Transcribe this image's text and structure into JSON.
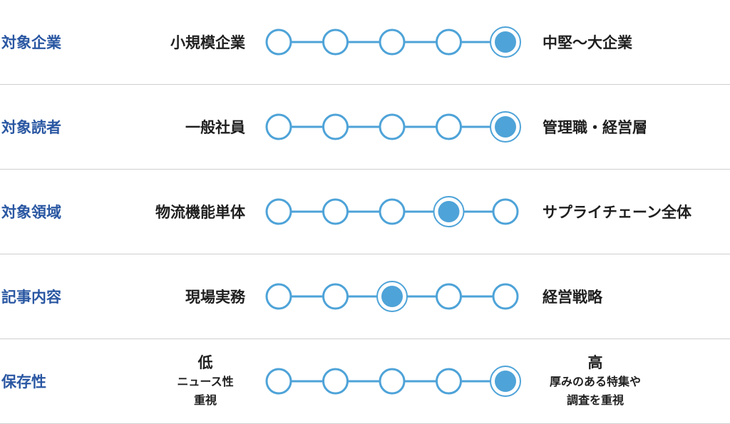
{
  "rows": [
    {
      "title": "対象企業",
      "left": "小規模企業",
      "right": "中堅〜大企業",
      "steps": 5,
      "selected": 5
    },
    {
      "title": "対象読者",
      "left": "一般社員",
      "right": "管理職・経営層",
      "steps": 5,
      "selected": 5
    },
    {
      "title": "対象領域",
      "left": "物流機能単体",
      "right": "サプライチェーン全体",
      "steps": 5,
      "selected": 4
    },
    {
      "title": "記事内容",
      "left": "現場実務",
      "right": "経営戦略",
      "steps": 5,
      "selected": 3
    },
    {
      "title": "保存性",
      "left_main": "低",
      "left_sub1": "ニュース性",
      "left_sub2": "重視",
      "right_main": "高",
      "right_sub1": "厚みのある特集や",
      "right_sub2": "調査を重視",
      "steps": 5,
      "selected": 5
    }
  ],
  "colors": {
    "title": "#2a57a2",
    "line": "#4ea3d8",
    "fill": "#4ea3d8",
    "divider": "#cfcfcf"
  }
}
